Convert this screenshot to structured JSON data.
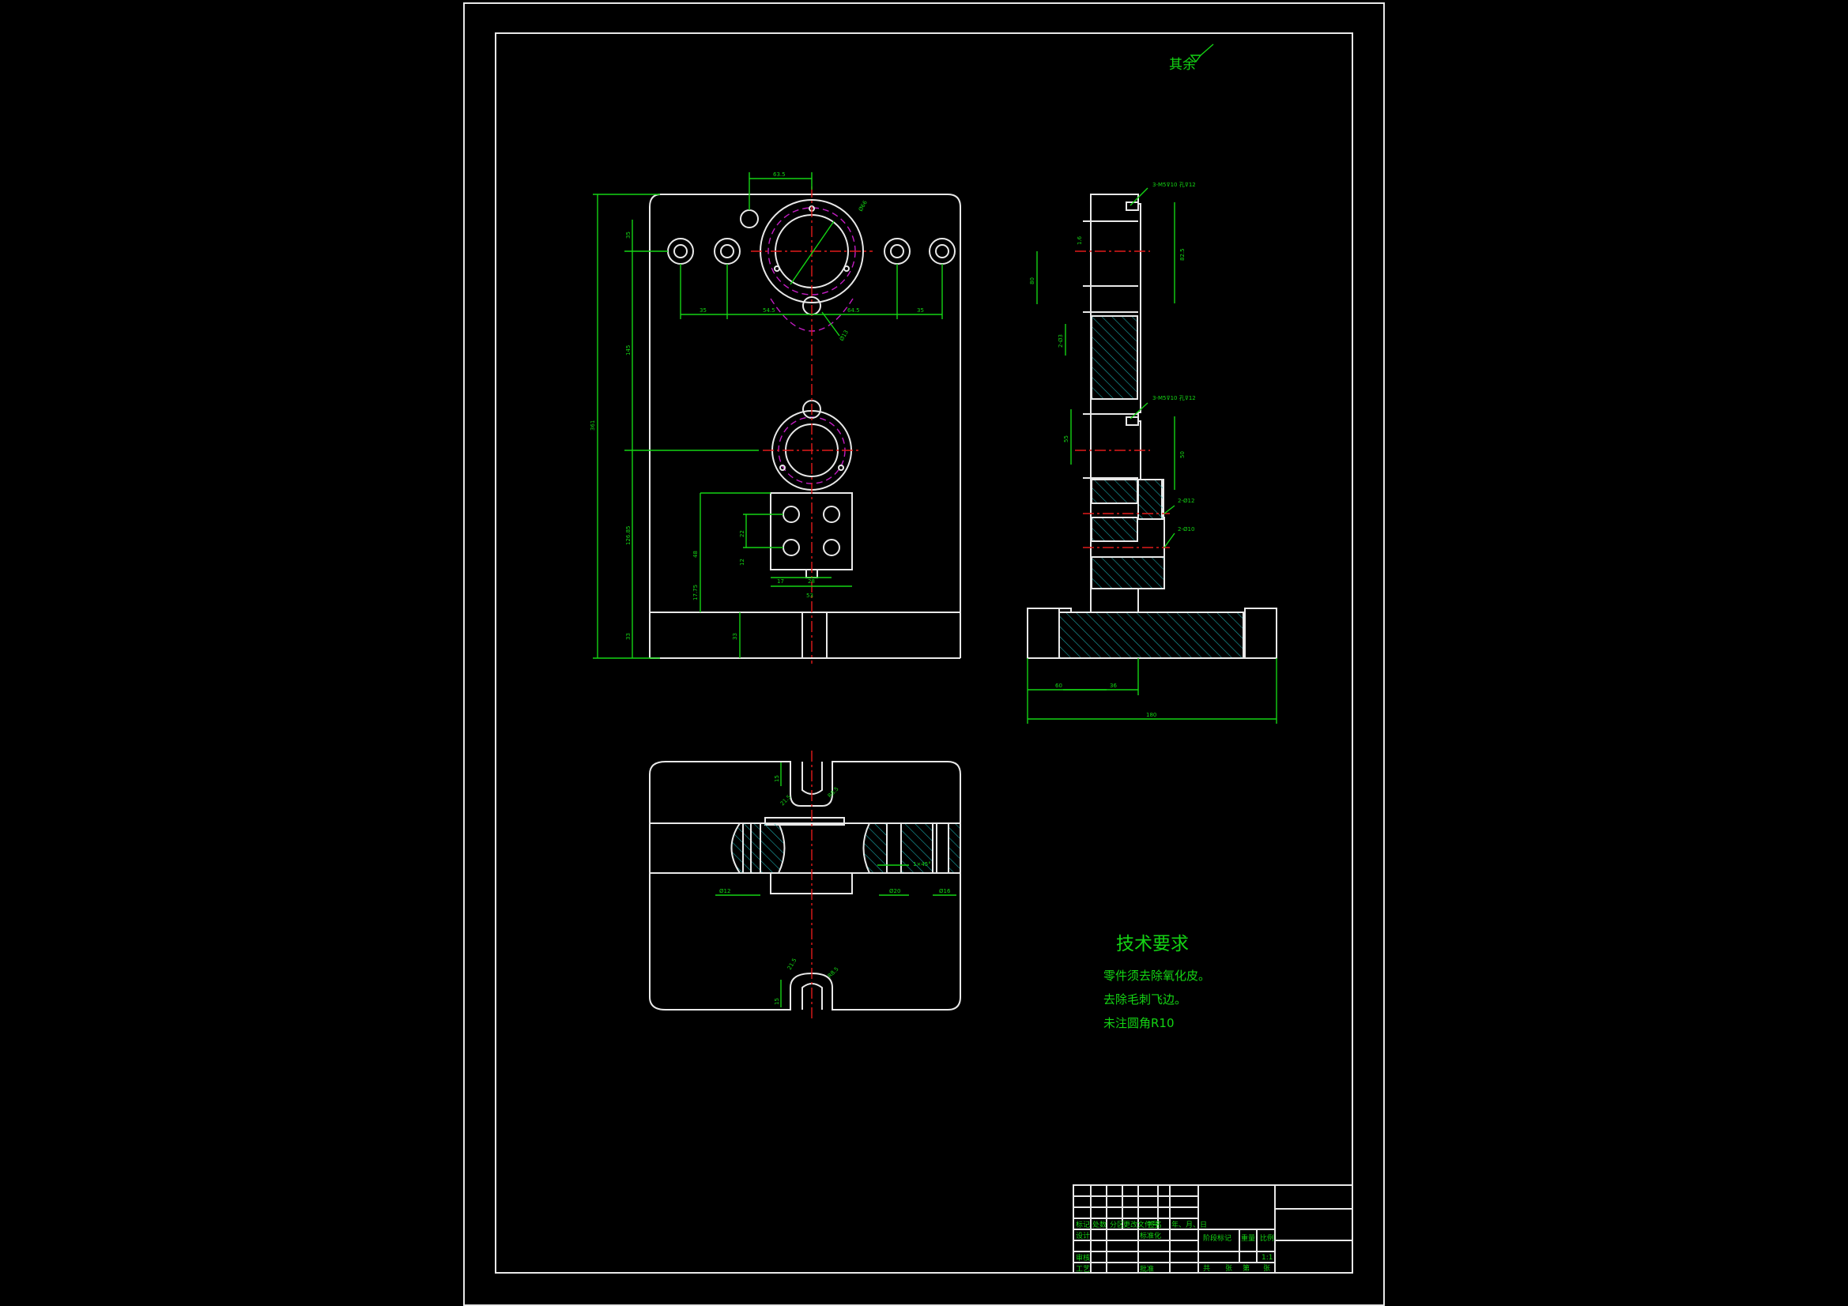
{
  "roughness_note": "其余",
  "tech_requirements": {
    "heading": "技术要求",
    "items": [
      "零件须去除氧化皮。",
      "去除毛刺飞边。",
      "未注圆角R10"
    ]
  },
  "front_view_dims": {
    "top_width": "63.5",
    "overall_height": "361",
    "upper_height": "145",
    "lower_height": "126.85",
    "base_height": "33",
    "bottom_offset": "17.75",
    "left_offset": "35",
    "center_left": "54.5",
    "center_right": "64.5",
    "right_offset": "35",
    "slot_height": "33",
    "hole_dia": "Ø13",
    "block_height": "48",
    "block_gap_a": "22",
    "block_gap_b": "12",
    "block_w1": "17",
    "block_w2": "28",
    "block_width": "53",
    "pitch_dia": "Ø66"
  },
  "side_view_dims": {
    "thread_note_top": "3-M5⊽10 孔⊽12",
    "thread_note_mid": "3-M5⊽10 孔⊽12",
    "hole_note_1": "2-Ø12",
    "hole_note_2": "2-Ø10",
    "height_a": "80",
    "height_b": "82.5",
    "dim_1": "1.6",
    "dim_2": "55",
    "dim_3": "2-Ø3",
    "dim_4": "50",
    "base_left": "60",
    "base_mid": "36",
    "base_total": "180"
  },
  "plan_view_dims": {
    "slot_r_top": "R8.5",
    "slot_w_top": "21.5",
    "slot_r_bot": "R8.5",
    "slot_w_bot": "21.5",
    "slot_d": "15",
    "hole_a": "Ø12",
    "hole_b": "Ø20",
    "hole_c": "Ø16",
    "chamfer": "1×45°"
  },
  "title_block": {
    "row1": [
      "标记",
      "处数",
      "分区",
      "更改文件号",
      "签名",
      "年、月、日"
    ],
    "row2": [
      "设计",
      "",
      "",
      "标准化"
    ],
    "row3": [
      "审核",
      "",
      "",
      ""
    ],
    "row4": [
      "工艺",
      "",
      "",
      "批准"
    ],
    "stage_label": "阶段标记",
    "weight_label": "重量",
    "scale_label": "比例",
    "scale_value": "1:1",
    "sheet_total": "共",
    "sheet_label": "张",
    "sheet_num_label": "第",
    "sheet_num": "张"
  }
}
